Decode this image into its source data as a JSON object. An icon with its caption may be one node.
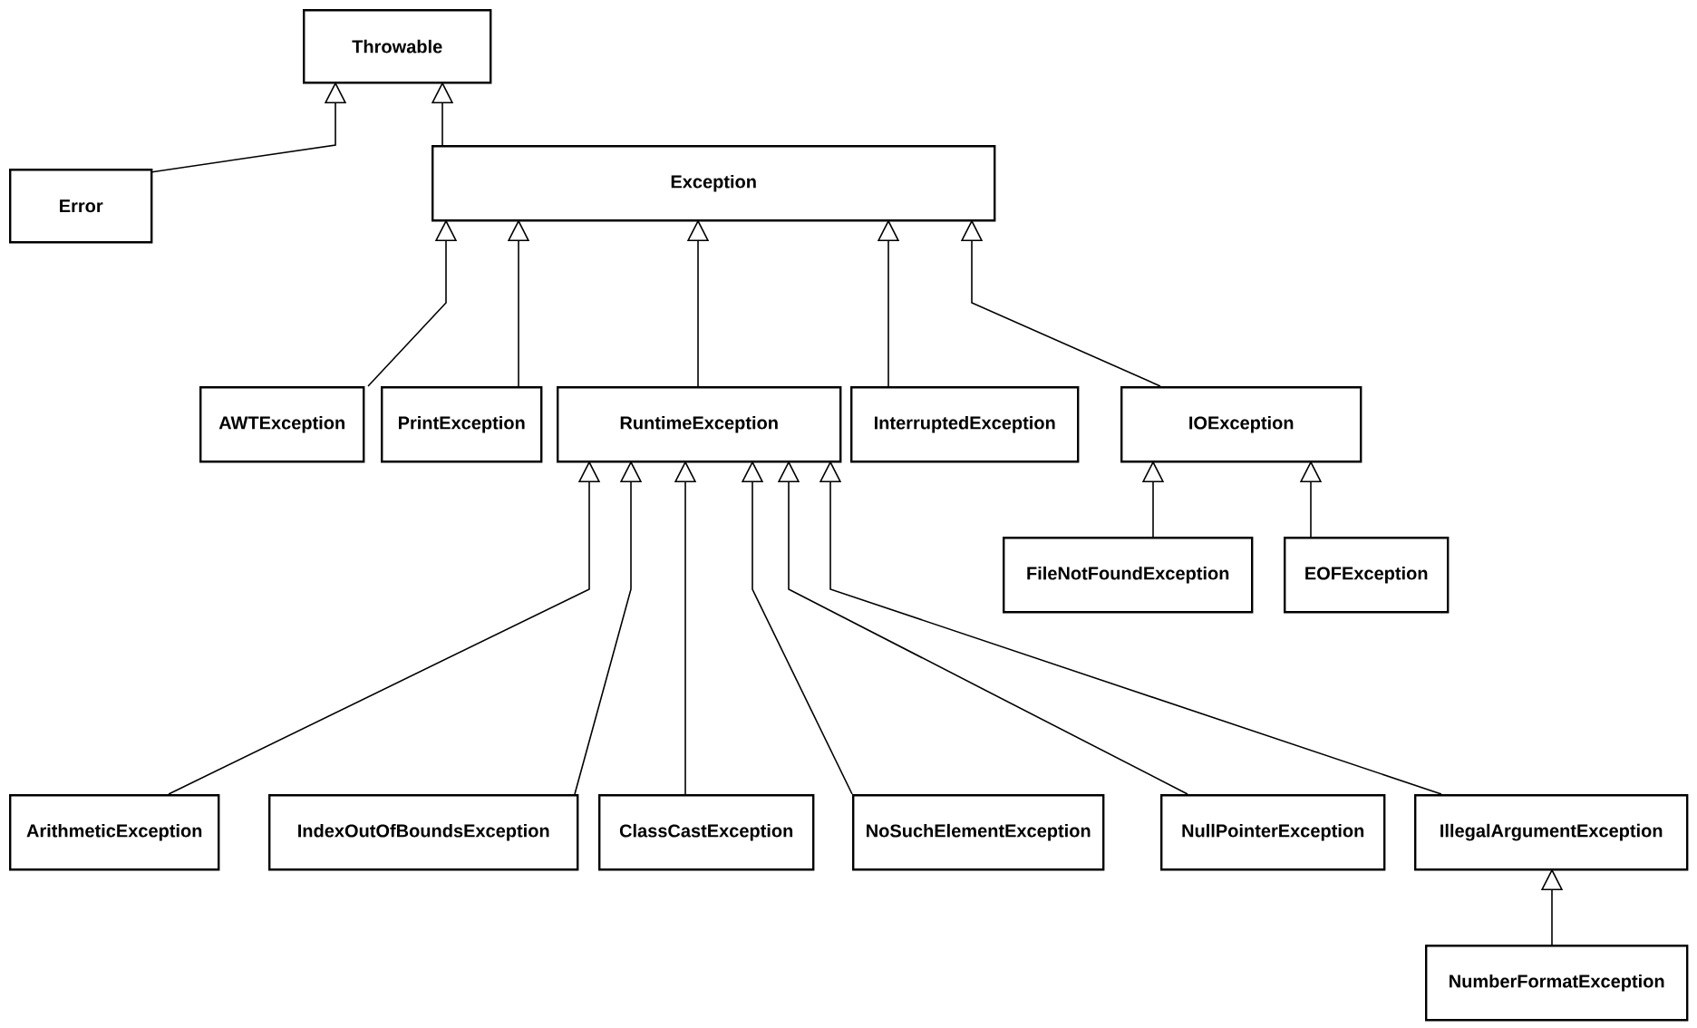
{
  "diagram": {
    "nodes": [
      {
        "text": [
          "Throwable"
        ]
      },
      {
        "text": [
          "Error"
        ]
      },
      {
        "text": [
          "Exception"
        ]
      },
      {
        "text": [
          "AWTException"
        ]
      },
      {
        "text": [
          "PrintException"
        ]
      },
      {
        "text": [
          "RuntimeException"
        ]
      },
      {
        "text": [
          "InterruptedException"
        ]
      },
      {
        "text": [
          "IOException"
        ]
      },
      {
        "text": [
          "FileNotFoundException"
        ]
      },
      {
        "text": [
          "EOFException"
        ]
      },
      {
        "text": [
          "ArithmeticException"
        ]
      },
      {
        "text": [
          "IndexOutOfBoundsException"
        ]
      },
      {
        "text": [
          "ClassCastException"
        ]
      },
      {
        "text": [
          "NoSuchElementException"
        ]
      },
      {
        "text": [
          "NullPointerException"
        ]
      },
      {
        "text": [
          "IllegalArgumentException"
        ]
      },
      {
        "text": [
          "NumberFormatException"
        ]
      }
    ],
    "edges": [
      {
        "from": 1,
        "to": 0,
        "arrow": "to"
      },
      {
        "from": 2,
        "to": 0,
        "arrow": "to"
      },
      {
        "from": 3,
        "to": 2,
        "arrow": "to"
      },
      {
        "from": 4,
        "to": 2,
        "arrow": "to"
      },
      {
        "from": 5,
        "to": 2,
        "arrow": "to"
      },
      {
        "from": 6,
        "to": 2,
        "arrow": "to"
      },
      {
        "from": 7,
        "to": 2,
        "arrow": "to"
      },
      {
        "from": 8,
        "to": 7,
        "arrow": "to"
      },
      {
        "from": 9,
        "to": 7,
        "arrow": "to"
      },
      {
        "from": 10,
        "to": 5,
        "arrow": "to"
      },
      {
        "from": 11,
        "to": 5,
        "arrow": "to"
      },
      {
        "from": 12,
        "to": 5,
        "arrow": "to"
      },
      {
        "from": 13,
        "to": 5,
        "arrow": "to"
      },
      {
        "from": 14,
        "to": 5,
        "arrow": "to"
      },
      {
        "from": 15,
        "to": 5,
        "arrow": "to"
      },
      {
        "from": 16,
        "to": 15,
        "arrow": "to"
      }
    ]
  }
}
